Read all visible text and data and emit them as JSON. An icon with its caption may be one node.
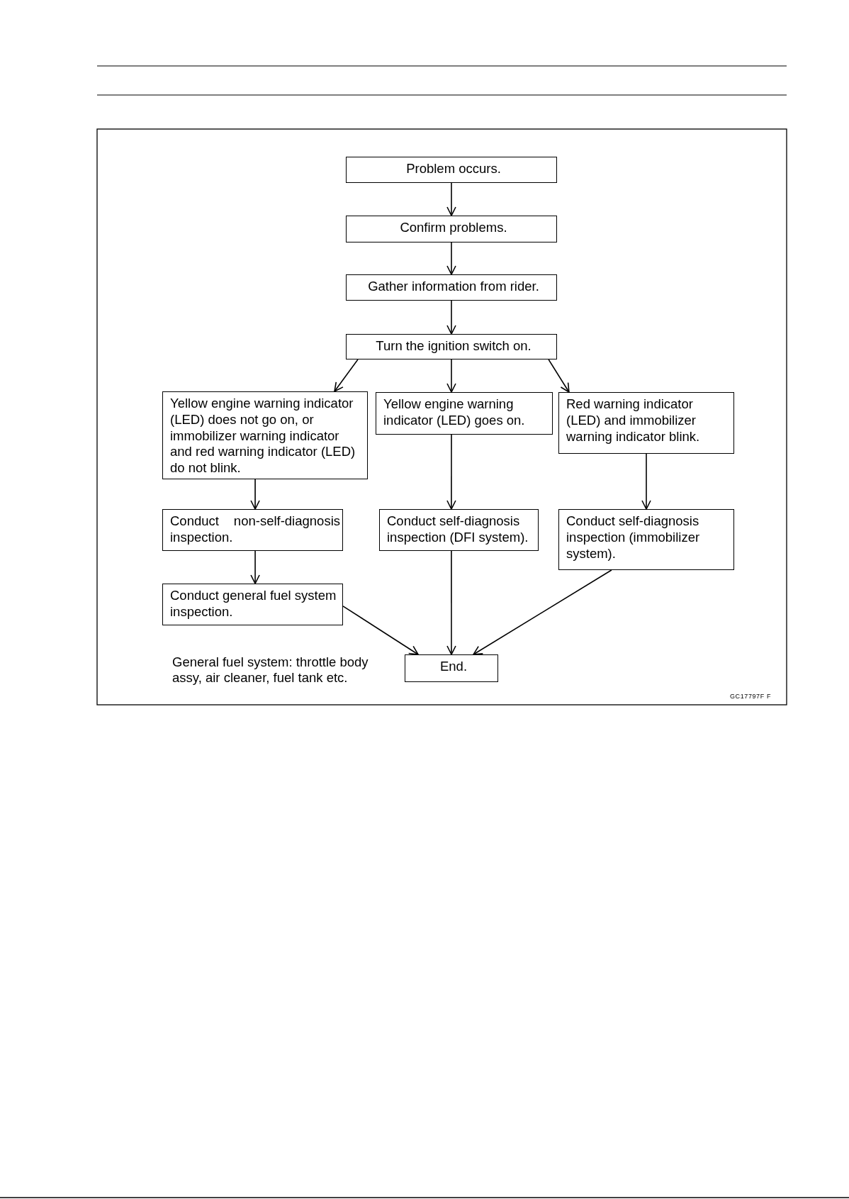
{
  "diagram": {
    "nodes": [
      {
        "text": [
          "Problem occurs."
        ]
      },
      {
        "text": [
          "Confirm problems."
        ]
      },
      {
        "text": [
          "Gather information from rider."
        ]
      },
      {
        "text": [
          "Turn the ignition switch on."
        ]
      },
      {
        "text": [
          "Yellow engine warning indicator (LED) does not go on, or immobilizer warning indicator and red warning indicator (LED) do not blink."
        ]
      },
      {
        "text": [
          "Yellow engine warning indicator (LED) goes on."
        ]
      },
      {
        "text": [
          "Red warning indicator (LED) and immobilizer warning indicator blink."
        ]
      },
      {
        "text": [
          "Conduct non-self-diagnosis inspection."
        ]
      },
      {
        "text": [
          "Conduct self-diagnosis inspection (DFI system)."
        ]
      },
      {
        "text": [
          "Conduct self-diagnosis inspection (immobilizer system)."
        ]
      },
      {
        "text": [
          "Conduct general fuel system inspection."
        ]
      },
      {
        "text": [
          "End."
        ]
      }
    ],
    "edges": [
      {
        "from": 0,
        "to": 1,
        "arrow": "to"
      },
      {
        "from": 1,
        "to": 2,
        "arrow": "to"
      },
      {
        "from": 2,
        "to": 3,
        "arrow": "to"
      },
      {
        "from": 3,
        "to": 4,
        "arrow": "to"
      },
      {
        "from": 3,
        "to": 5,
        "arrow": "to"
      },
      {
        "from": 3,
        "to": 6,
        "arrow": "to"
      },
      {
        "from": 4,
        "to": 7,
        "arrow": "to"
      },
      {
        "from": 5,
        "to": 8,
        "arrow": "to"
      },
      {
        "from": 6,
        "to": 9,
        "arrow": "to"
      },
      {
        "from": 7,
        "to": 10,
        "arrow": "to"
      },
      {
        "from": 10,
        "to": 11,
        "arrow": "to"
      },
      {
        "from": 8,
        "to": 11,
        "arrow": "to"
      },
      {
        "from": 9,
        "to": 11,
        "arrow": "to"
      }
    ],
    "labels": [
      "General fuel system: throttle body assy, air cleaner, fuel tank etc.",
      "GC17797F F"
    ]
  }
}
